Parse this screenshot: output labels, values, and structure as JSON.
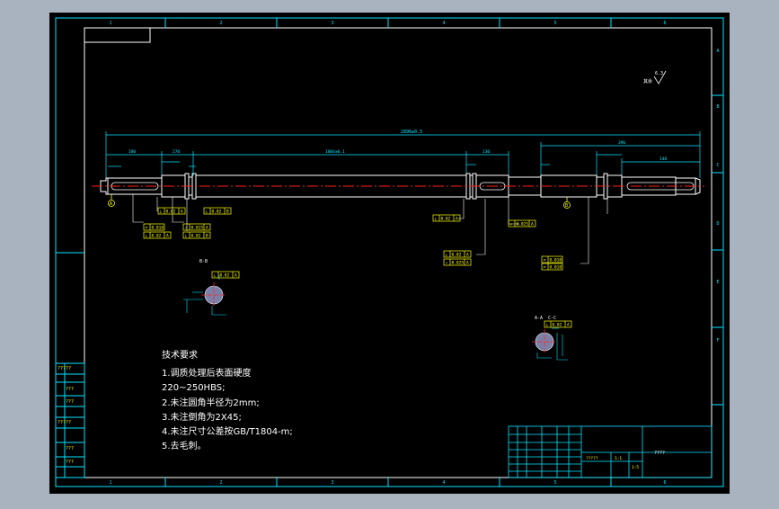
{
  "frame": {
    "top_zones": [
      "1",
      "2",
      "3",
      "4",
      "5",
      "6"
    ],
    "bottom_zones": [
      "1",
      "2",
      "3",
      "4",
      "5",
      "6"
    ],
    "side_zones": [
      "A",
      "B",
      "C",
      "D",
      "E",
      "F"
    ]
  },
  "surface_mark": "其余",
  "roughness": "6.3",
  "dimensions": {
    "overall_length": "2896±0.5",
    "seg_1": "180",
    "seg_2": "270",
    "seg_3": "1004±0.1",
    "seg_4": "130",
    "seg_5": "396",
    "seg_6": "148"
  },
  "datum_labels": [
    "A",
    "B"
  ],
  "sections": {
    "bb": "B-B",
    "aa": "A-A",
    "cc": "C-C"
  },
  "tolerance_frames": [
    {
      "symbol": "⊥",
      "value": "0.02",
      "datum": "A"
    },
    {
      "symbol": "⊥",
      "value": "0.02",
      "datum": "B"
    },
    {
      "symbol": "↗",
      "value": "0.025",
      "datum": "A"
    },
    {
      "symbol": "⌭",
      "value": "0.010",
      "datum": ""
    },
    {
      "symbol": "⊥",
      "value": "0.02",
      "datum": "A"
    },
    {
      "symbol": "⊥",
      "value": "0.02",
      "datum": "A"
    },
    {
      "symbol": "↗",
      "value": "0.025",
      "datum": "A"
    },
    {
      "symbol": "⌭",
      "value": "0.010",
      "datum": ""
    }
  ],
  "technical_requirements": {
    "title": "技术要求",
    "lines": [
      "1.调质处理后表面硬度",
      "220~250HBS;",
      "2.未注圆角半径为2mm;",
      "3.未注倒角为2X45;",
      "4.未注尺寸公差按GB/T1804-m;",
      "5.去毛刺。"
    ]
  },
  "title_block": {
    "drawing_name": "????",
    "material": "?????",
    "scale": "1:1",
    "sheet_count": "1:5"
  },
  "left_strip": {
    "labels": [
      "?????",
      "???",
      "???",
      "?????",
      "???",
      "???"
    ]
  },
  "colors": {
    "background": "#000000",
    "frame": "#00e5ff",
    "outline": "#ffffff",
    "centerline": "#ff2020",
    "dimension": "#00e5ff",
    "tolerance": "#ffff00",
    "section_fill": "#7b80a8"
  }
}
